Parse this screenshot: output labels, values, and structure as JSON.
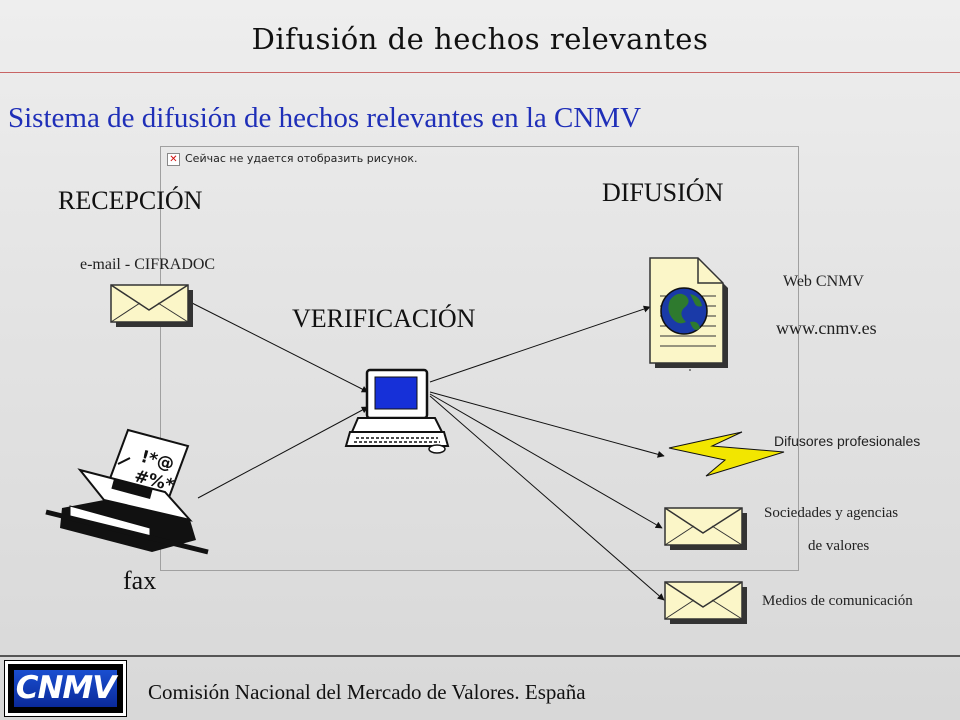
{
  "title": "Difusión de hechos relevantes",
  "subtitle": "Sistema de difusión de hechos relevantes en la CNMV",
  "broken_image_text": "Сейчас не удается отобразить рисунок.",
  "sections": {
    "reception": "RECEPCIÓN",
    "verification": "VERIFICACIÓN",
    "diffusion": "DIFUSIÓN"
  },
  "inputs": {
    "email_label": "e-mail - CIFRADOC",
    "fax_label": "fax"
  },
  "outputs": {
    "web_label": "Web CNMV",
    "web_url": "www.cnmv.es",
    "professional": "Difusores profesionales",
    "companies_line1": "Sociedades y agencias",
    "companies_line2": "de valores",
    "media": "Medios de comunicación"
  },
  "fax_glyphs": {
    "line1": "!*@",
    "line2": "#%*"
  },
  "footer": {
    "logo_text": "CNMV",
    "organization": "Comisión Nacional del Mercado de Valores. España"
  },
  "colors": {
    "subtitle": "#1f2fb8",
    "title_rule": "#c86464",
    "envelope": "#fbf6c8",
    "monitor_screen": "#1630d8",
    "globe": "#1a3aa8",
    "globe_land": "#2e7a2e",
    "lightning": "#f2e600",
    "logo_blue": "#1a4fd0"
  },
  "icons": [
    "envelope-icon",
    "fax-machine-icon",
    "computer-icon",
    "web-document-icon",
    "lightning-icon"
  ]
}
